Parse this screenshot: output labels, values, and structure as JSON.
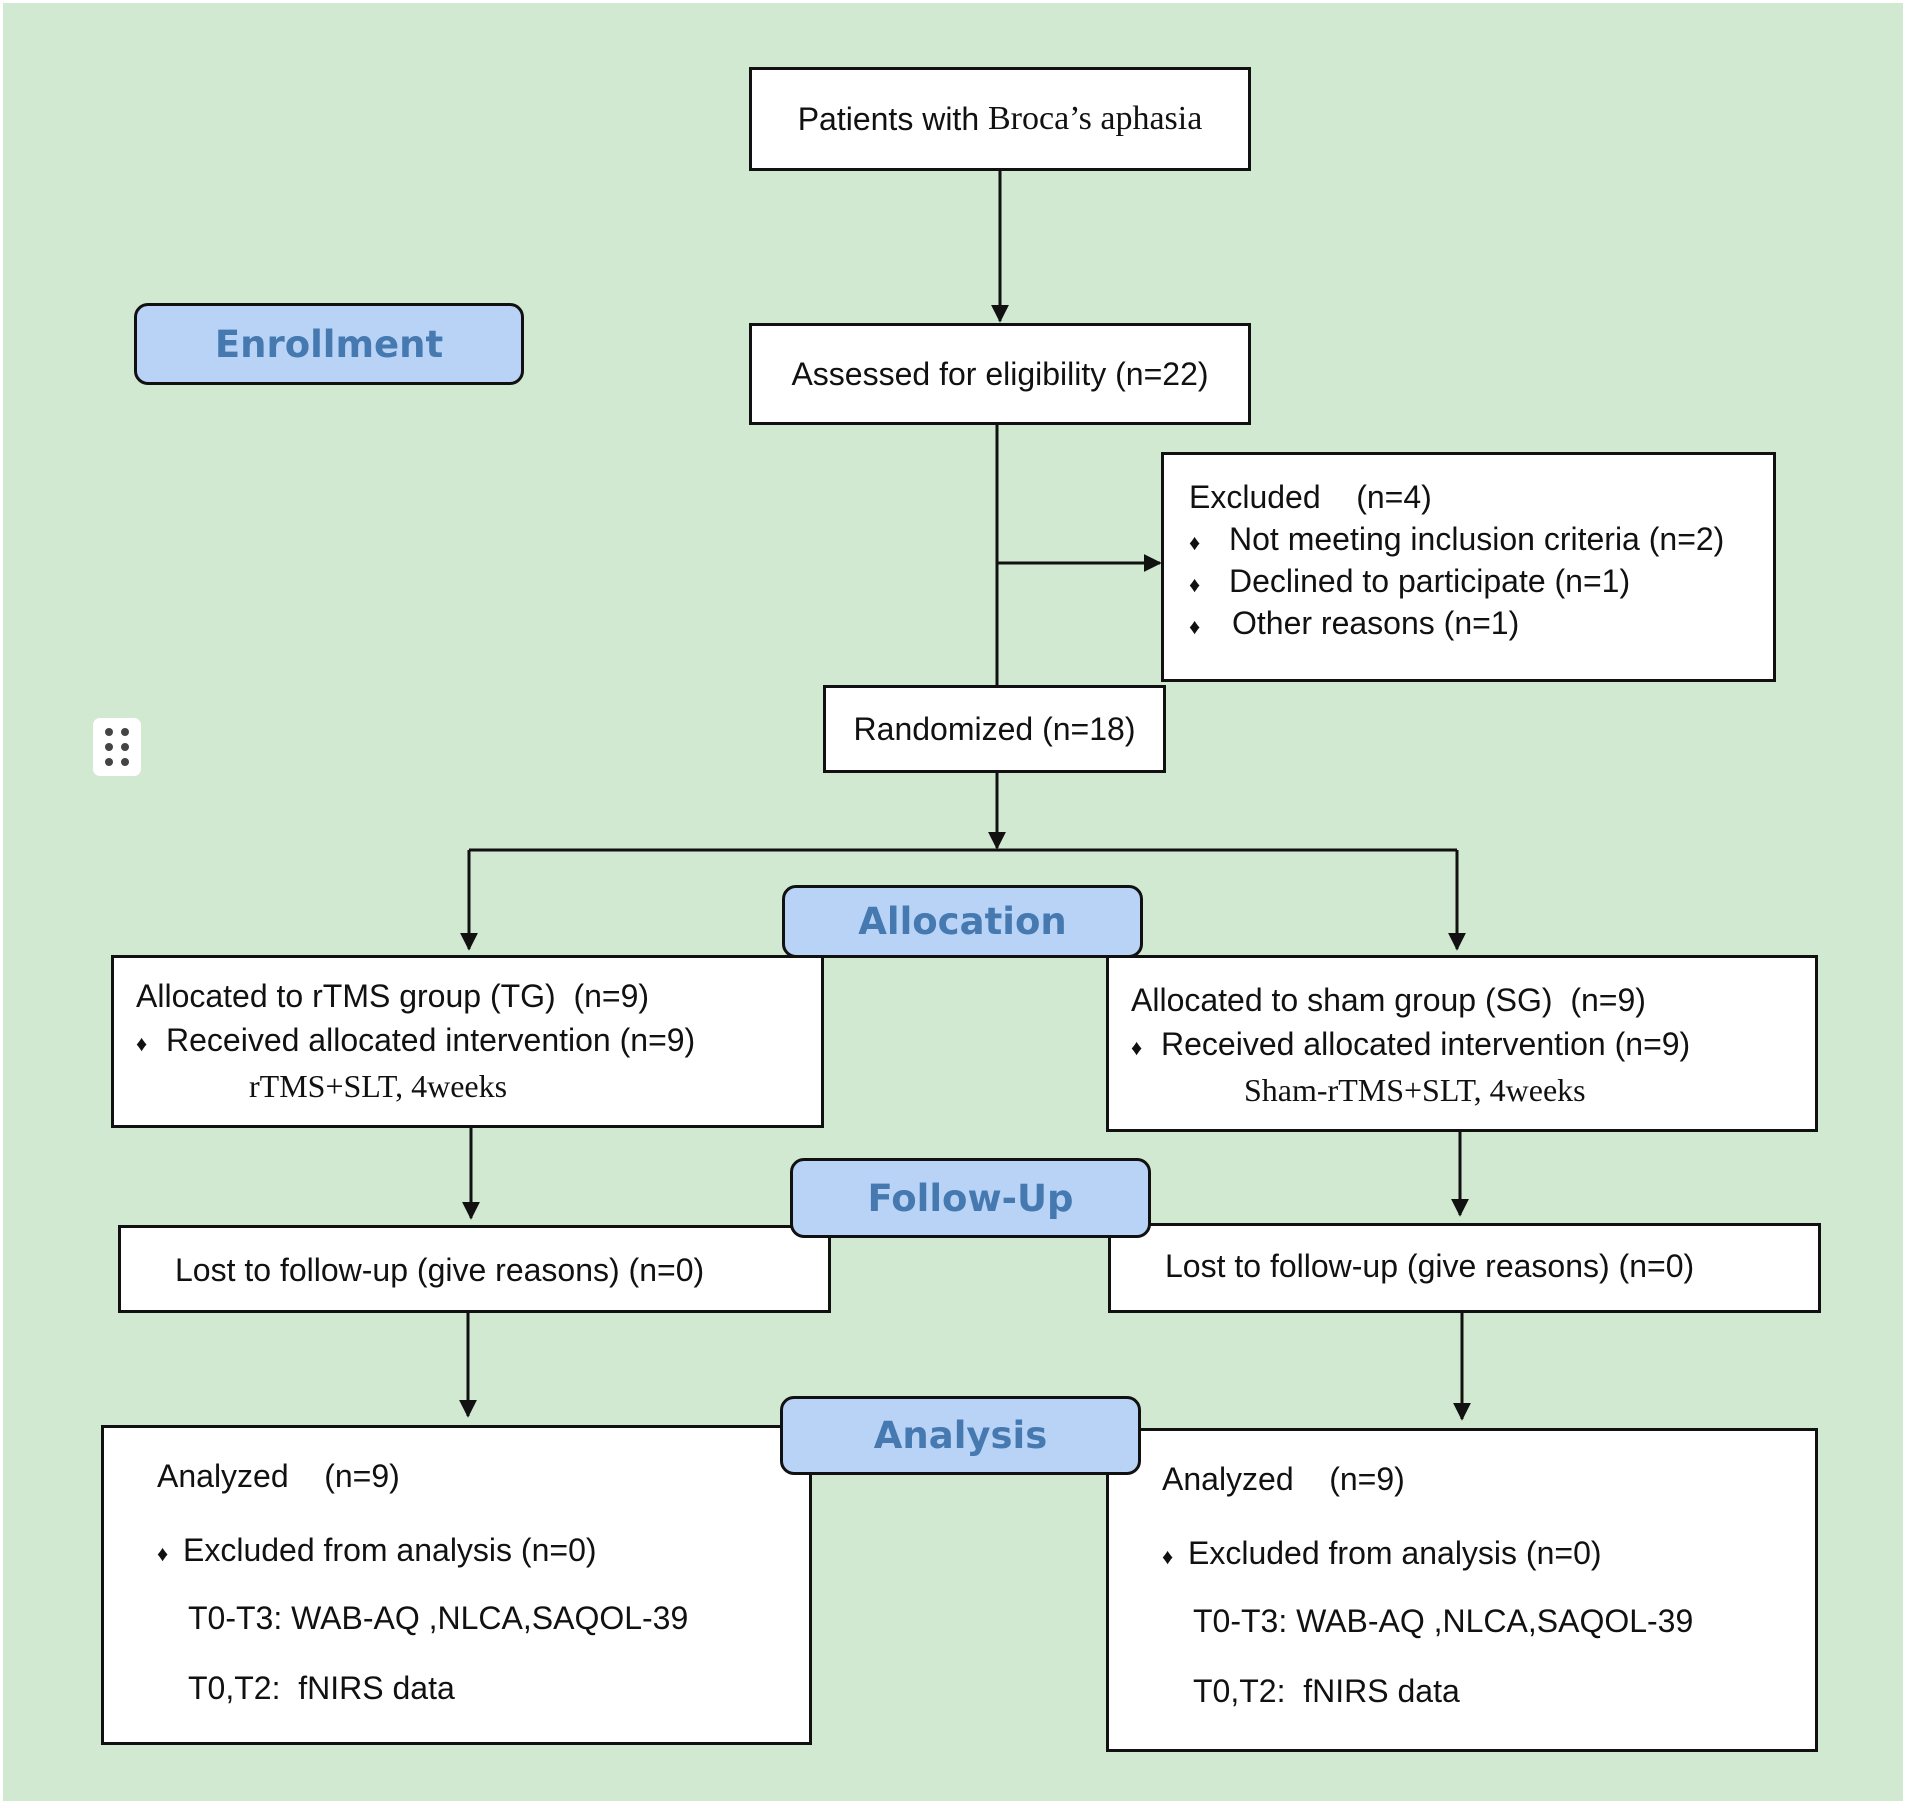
{
  "stages": {
    "enrollment": "Enrollment",
    "allocation": "Allocation",
    "follow_up": "Follow-Up",
    "analysis": "Analysis"
  },
  "boxes": {
    "patients": {
      "prefix": "Patients with ",
      "emph": "Broca’s aphasia"
    },
    "assessed": "Assessed for eligibility (n=22)",
    "excluded": {
      "title": "Excluded    (n=4)",
      "items": [
        "Not meeting inclusion criteria (n=2)",
        "Declined to participate (n=1)",
        "Other reasons (n=1)"
      ]
    },
    "randomized": "Randomized (n=18)",
    "alloc_tg": {
      "title": "Allocated to rTMS group (TG)  (n=9)",
      "item": "Received allocated intervention (n=9)",
      "detail": "rTMS+SLT, 4weeks"
    },
    "alloc_sg": {
      "title": "Allocated to sham group (SG)  (n=9)",
      "item": "Received allocated intervention (n=9)",
      "detail": "Sham-rTMS+SLT, 4weeks"
    },
    "lost_tg": "Lost to follow-up (give reasons) (n=0)",
    "lost_sg": "Lost to follow-up (give reasons) (n=0)",
    "analysis_tg": {
      "title": "Analyzed    (n=9)",
      "item": "Excluded from analysis (n=0)",
      "line1": "T0-T3: WAB-AQ ,NLCA,SAQOL-39",
      "line2": "T0,T2:  fNIRS data"
    },
    "analysis_sg": {
      "title": "Analyzed    (n=9)",
      "item": "Excluded from analysis (n=0)",
      "line1": "T0-T3: WAB-AQ ,NLCA,SAQOL-39",
      "line2": "T0,T2:  fNIRS data"
    }
  },
  "bullet_glyph": "♦",
  "colors": {
    "background": "#d1e8d1",
    "stage_fill": "#b9d3f7",
    "stage_text": "#4579b0"
  }
}
